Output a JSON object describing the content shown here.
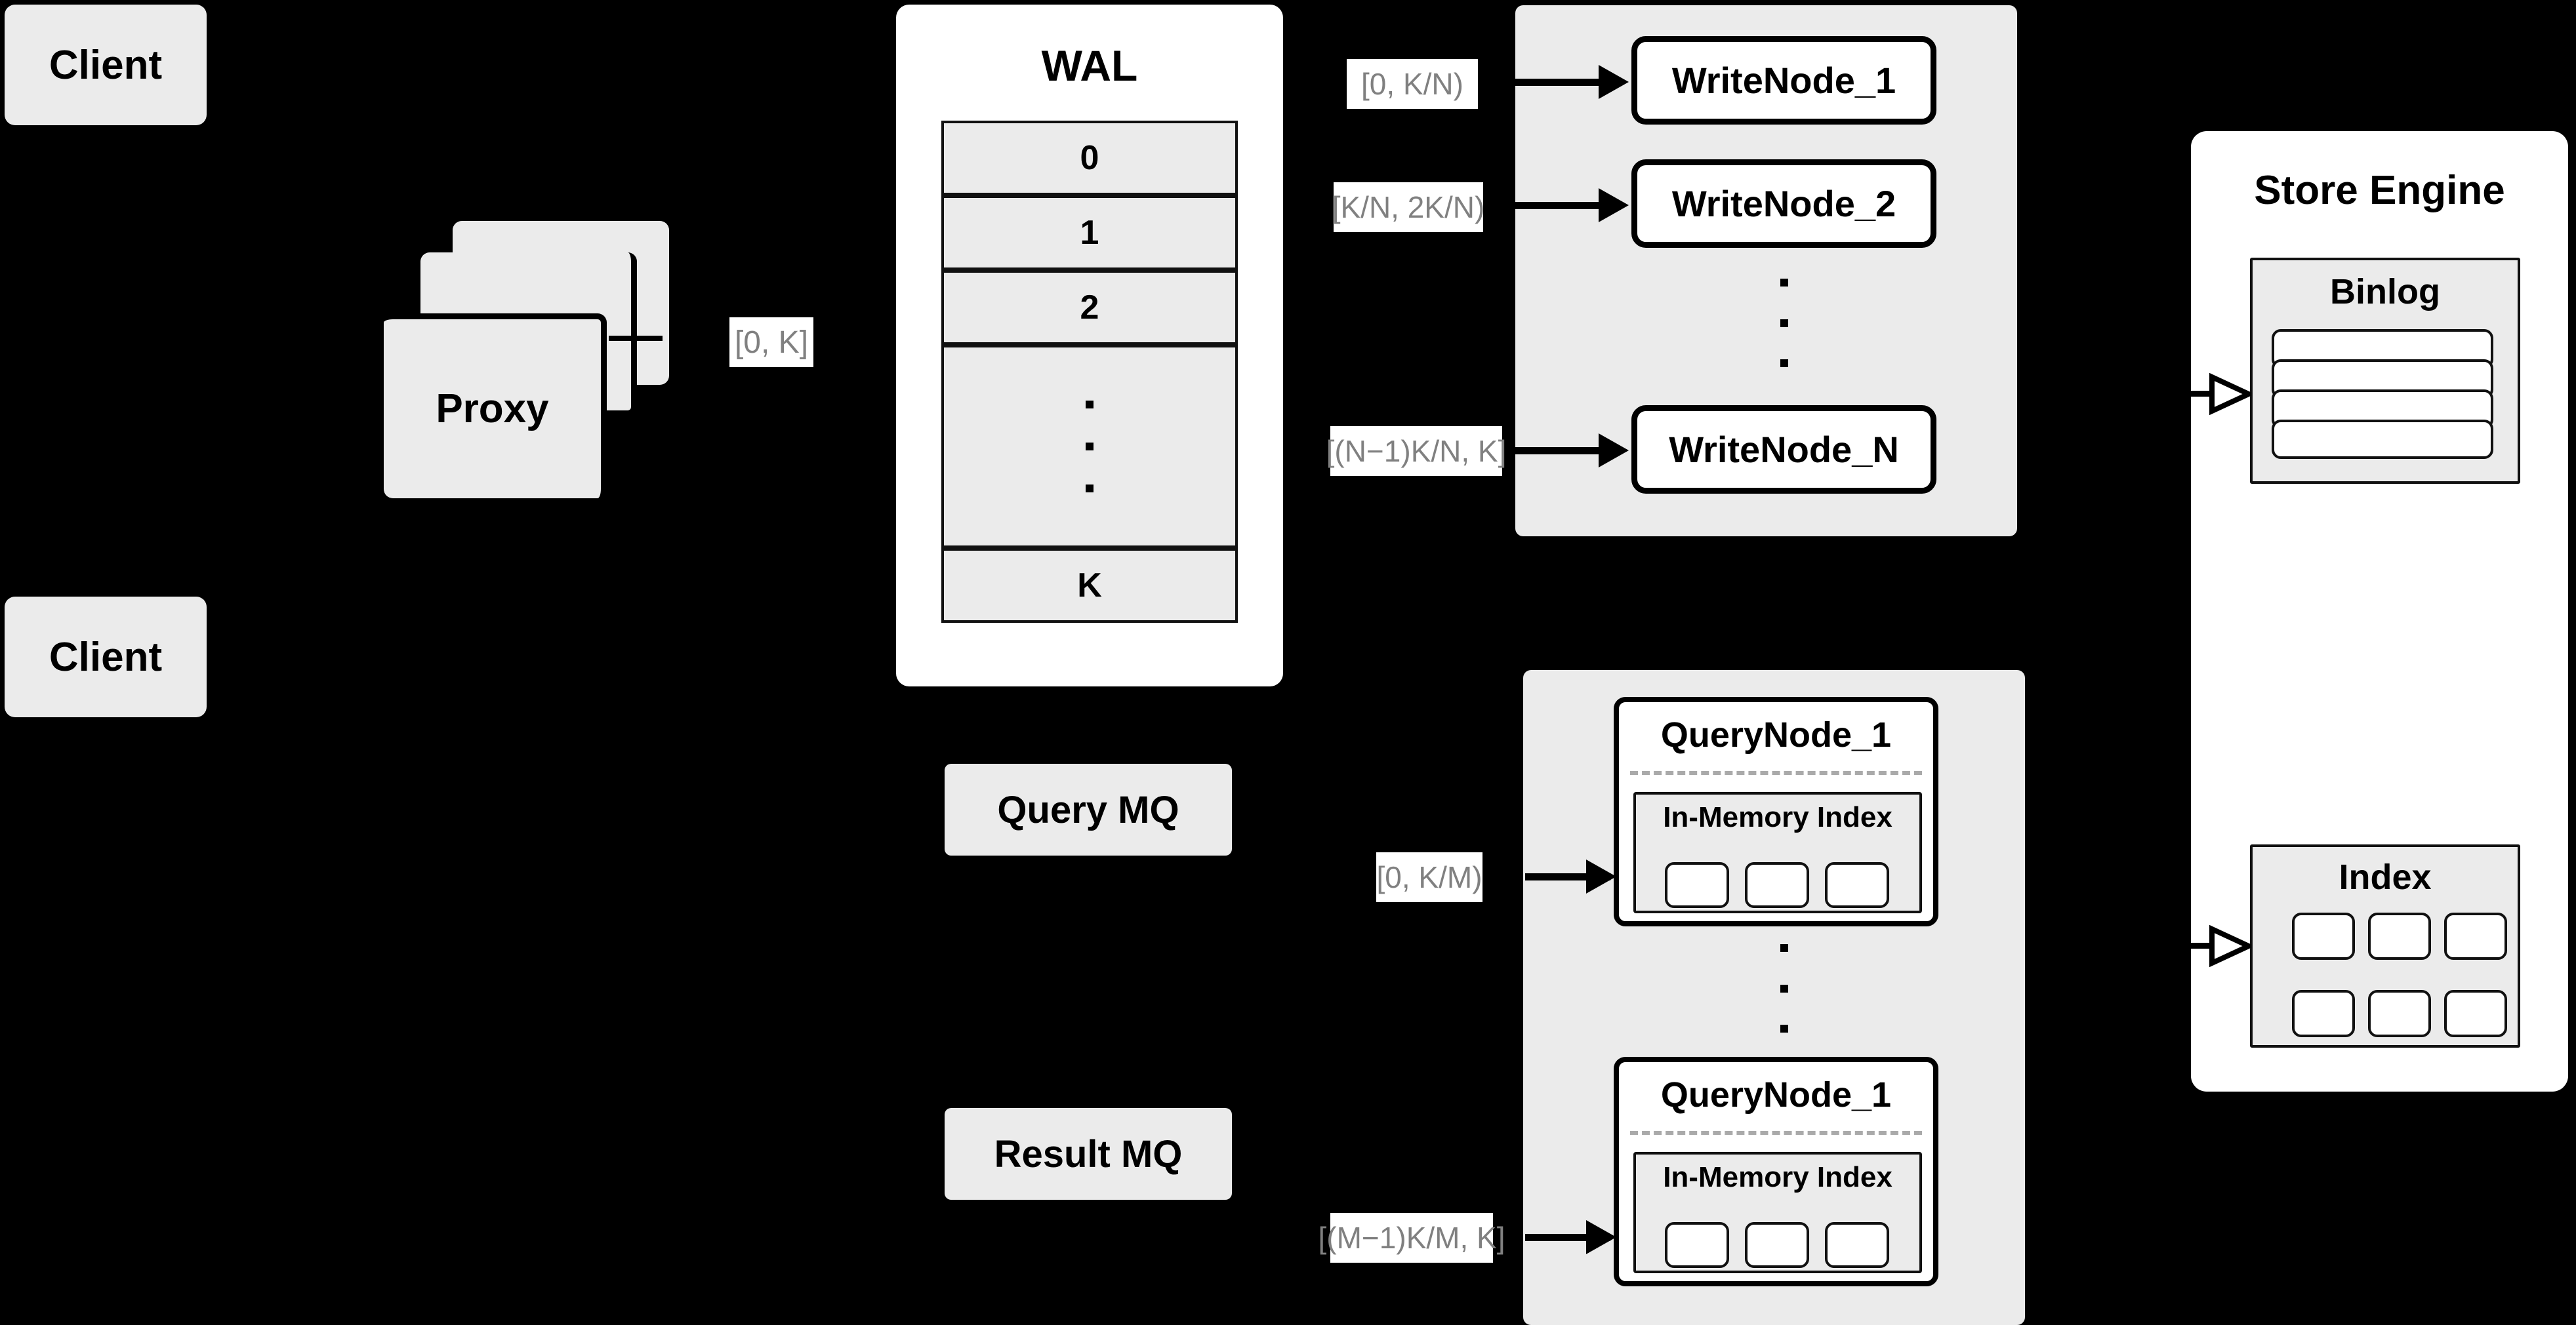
{
  "diagram": {
    "title": "Distributed Write/Query Architecture",
    "background_color": "#000000",
    "card_fill": "#ebebeb",
    "panel_fill": "#ffffff",
    "label_text_color": "#808080",
    "stroke_color": "#000000"
  },
  "clients": [
    {
      "label": "Client"
    },
    {
      "label": "Client"
    }
  ],
  "proxy": {
    "label": "Proxy",
    "stack_count": 3
  },
  "wal": {
    "title": "WAL",
    "entries": [
      "0",
      "1",
      "2",
      "⋮",
      "K"
    ],
    "ellipsis_index": 3
  },
  "queues": [
    {
      "label": "Query MQ"
    },
    {
      "label": "Result MQ"
    }
  ],
  "write_cluster": {
    "nodes": [
      {
        "label": "WriteNode_1"
      },
      {
        "label": "WriteNode_2"
      },
      {
        "label": "WriteNode_N"
      }
    ],
    "ellipsis": "⋮"
  },
  "query_cluster": {
    "nodes": [
      {
        "label": "QueryNode_1",
        "index_label": "In-Memory Index",
        "index_cells": 3
      },
      {
        "label": "QueryNode_1",
        "index_label": "In-Memory Index",
        "index_cells": 3
      }
    ],
    "ellipsis": "⋮"
  },
  "store_engine": {
    "title": "Store Engine",
    "binlog": {
      "title": "Binlog",
      "rows": 4
    },
    "index": {
      "title": "Index",
      "rows": 2,
      "cols": 3
    }
  },
  "edge_labels": {
    "proxy_to_wal": "[0, K]",
    "wal_to_write_1": "[0,  K/N)",
    "wal_to_write_2": "[K/N, 2K/N)",
    "wal_to_write_n": "[(N−1)K/N,  K]",
    "mq_to_query_1": "[0, K/M)",
    "mq_to_query_m": "[(M−1)K/M, K]"
  }
}
